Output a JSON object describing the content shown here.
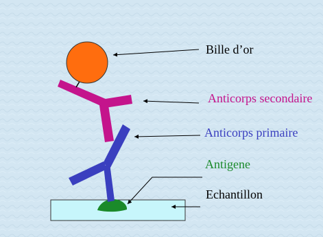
{
  "labels": {
    "gold_bead": "Bille d’or",
    "secondary_antibody": "Anticorps secondaire",
    "primary_antibody": "Anticorps primaire",
    "antigen": "Antigene",
    "sample": "Echantillon"
  },
  "colors": {
    "background": "#d3e6f2",
    "gold_bead": "#ff6d0e",
    "secondary_antibody": "#c4148c",
    "primary_antibody": "#3a3fbf",
    "antigen": "#1a8a2a",
    "sample": "#c7f6fb",
    "label_default": "#000000"
  }
}
